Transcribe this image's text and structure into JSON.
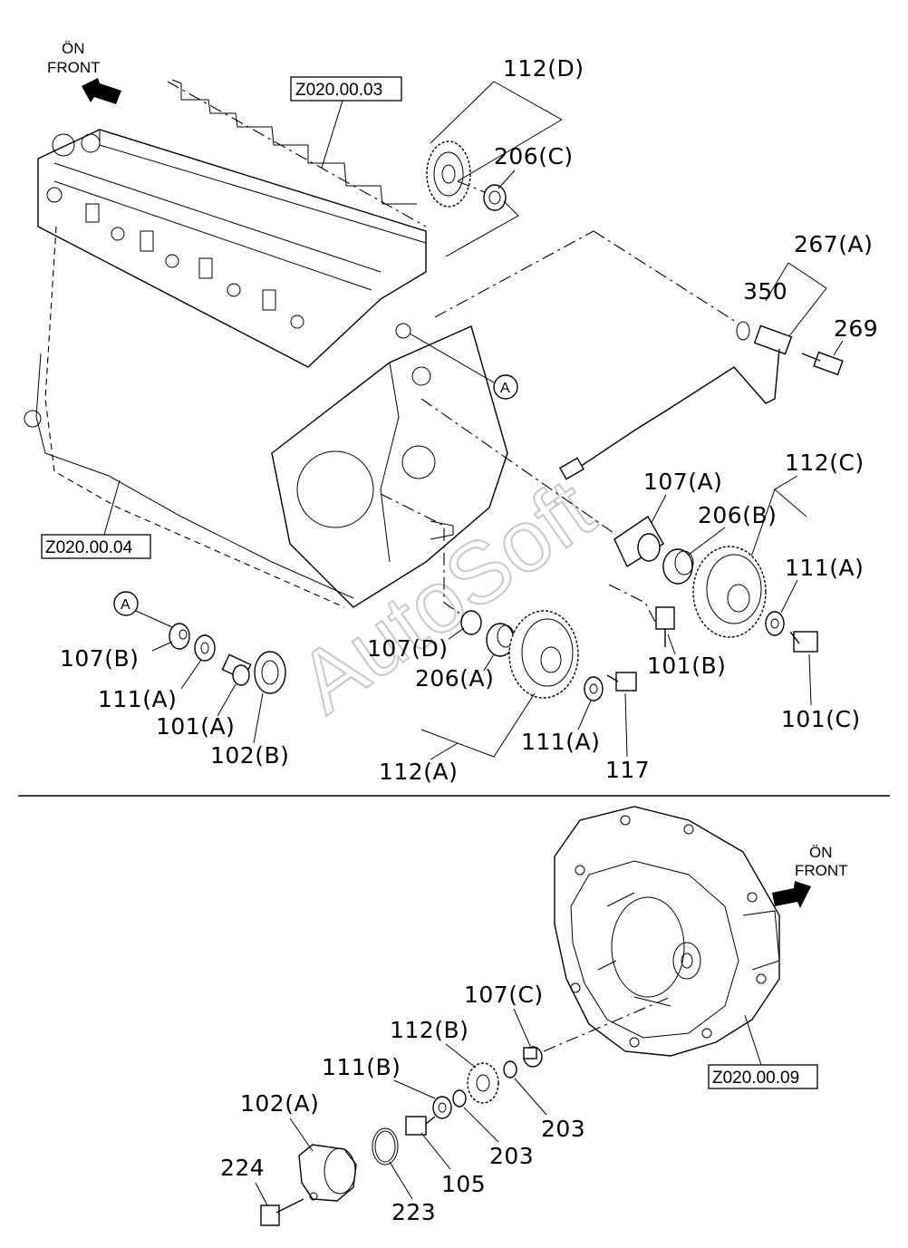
{
  "front_markers": [
    {
      "line1": "ÖN",
      "line2": "FRONT"
    },
    {
      "line1": "ÖN",
      "line2": "FRONT"
    }
  ],
  "reference_boxes": {
    "cylinder_head": "Z020.00.03",
    "cylinder_block": "Z020.00.04",
    "flywheel_housing": "Z020.00.09"
  },
  "circle_marker": "A",
  "watermark": "AutoSoft",
  "part_labels": {
    "p112D": "112(D)",
    "p206C": "206(C)",
    "p267A": "267(A)",
    "p350": "350",
    "p269": "269",
    "p112C": "112(C)",
    "p107A": "107(A)",
    "p206B": "206(B)",
    "p111A_right": "111(A)",
    "p101B": "101(B)",
    "p101C": "101(C)",
    "p107B": "107(B)",
    "p111A_left": "111(A)",
    "p101A": "101(A)",
    "p102B": "102(B)",
    "p107D": "107(D)",
    "p206A": "206(A)",
    "p112A": "112(A)",
    "p111A_mid": "111(A)",
    "p117": "117",
    "p107C": "107(C)",
    "p112B": "112(B)",
    "p111B": "111(B)",
    "p102A": "102(A)",
    "p203_upper": "203",
    "p203_lower": "203",
    "p105": "105",
    "p224": "224",
    "p223": "223"
  }
}
